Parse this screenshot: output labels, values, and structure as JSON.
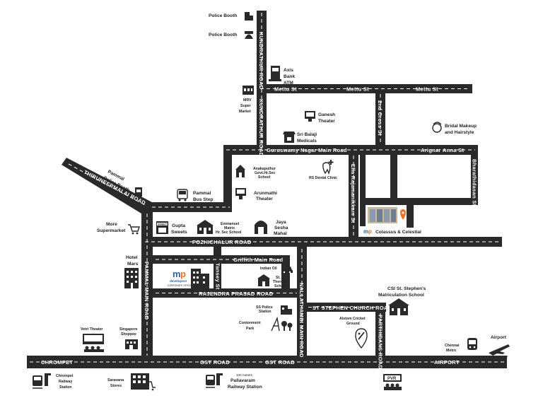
{
  "roads": {
    "kundrathur_road_top": "KUNDRATHUR ROAD",
    "kundrathur_road_mid": "KUNDRATHUR ROAD",
    "mettu_st_1": "Mettu St",
    "mettu_st_2": "Mettu St",
    "mettu_st_3": "Mettu St",
    "cross_st": "2nd Cross St",
    "guruswamy_nagar": "Guruswamy Nagar Main Road",
    "arignar_anna": "Arignar Anna St",
    "bharathidasan": "Bharathidasan St",
    "ella_rajamanikkam": "Ella Rajamanikkam St",
    "thiruneermalai": "THIRUNEERMALAI ROAD",
    "pozhichalur": "POZHICHALUR ROAD",
    "pammal_main": "PAMMAL MAIN ROAD",
    "griffith": "Griffith Main Road",
    "tansey": "Tansey St",
    "rajendra_prasad": "RAJENDRA PRASAD ROAD",
    "nallathambi": "NALLATHAMBI MAIN ROAD",
    "st_stephen": "ST STEPHEN CHURCH ROAD",
    "parthibans": "PARTHIBANS ROAD",
    "chrompet": "CHROMPET",
    "gst_road_1": "GST ROAD",
    "gst_road_2": "GST ROAD",
    "airport_road": "AIRPORT"
  },
  "places": {
    "police_booth_1": "Police Booth",
    "police_booth_2": "Police Booth",
    "axis_bank_1": "Axis",
    "axis_bank_2": "Bank",
    "axis_bank_3": "ATM",
    "mrv_1": "MRV",
    "mrv_2": "Super",
    "mrv_3": "Market",
    "ganesh_1": "Ganesh",
    "ganesh_2": "Theater",
    "sri_balaji_1": "Sri Balaji",
    "sri_balaji_2": "Medicals",
    "bridal_1": "Bridal Makeup",
    "bridal_2": "and Hairstyle",
    "pammal_police_1": "Pammal",
    "pammal_police_2": "Police Booth",
    "anakaputhur_1": "Anakaputhur",
    "anakaputhur_2": "Govt.Hr.Sec",
    "anakaputhur_3": "School",
    "rs_dental": "RS Dental Clinic",
    "pammal_bus_1": "Pammal",
    "pammal_bus_2": "Bus Step",
    "arunmathi_1": "Arunmathi",
    "arunmathi_2": "Theater",
    "more_1": "More",
    "more_2": "Supermarket",
    "gupta_sign": "SWEETS",
    "gupta_1": "Gupta",
    "gupta_2": "Sweets",
    "emmanuel_1": "Emmanuel",
    "emmanuel_2": "Matric",
    "emmanuel_3": "Hr. Sec School",
    "jaya_1": "Jaya",
    "jaya_2": "Sesha",
    "jaya_3": "Mahal",
    "colassus": "Colassus & Celestial",
    "hotel_1": "Hotel",
    "hotel_2": "Mars",
    "developers_1": "developers",
    "developers_2": "CORPORATE OFFICE",
    "indian_oil": "Indian Oil",
    "st_theresa_1": "St.",
    "st_theresa_2": "Theresa",
    "st_theresa_3": "School",
    "csi_1": "CSI St. Stephen's",
    "csi_2": "Matriculation School",
    "ss_police_1": "SS Police",
    "ss_police_2": "Station",
    "contonment_1": "Contonment",
    "contonment_2": "Park",
    "alstom_1": "Alstom Cricket",
    "alstom_2": "Ground",
    "vetri": "Vetri Theater",
    "singapore_1": "Singapore",
    "singapore_2": "Shoppee",
    "chennai_metro_1": "Chennai",
    "chennai_metro_2": "Metro",
    "airport": "Airport",
    "chrompet_rail_1": "Chrompet",
    "chrompet_rail_2": "Railway",
    "chrompet_rail_3": "Station",
    "saravana_1": "Saravana",
    "saravana_2": "Stores",
    "pallavaram_1": "100 meters",
    "pallavaram_2": "Pallavaram",
    "pallavaram_3": "Railway Station",
    "pvr": "PVR"
  },
  "colors": {
    "road": "#2a2a2a",
    "accent_blue": "#2e5fa8",
    "accent_orange": "#e8742a"
  }
}
